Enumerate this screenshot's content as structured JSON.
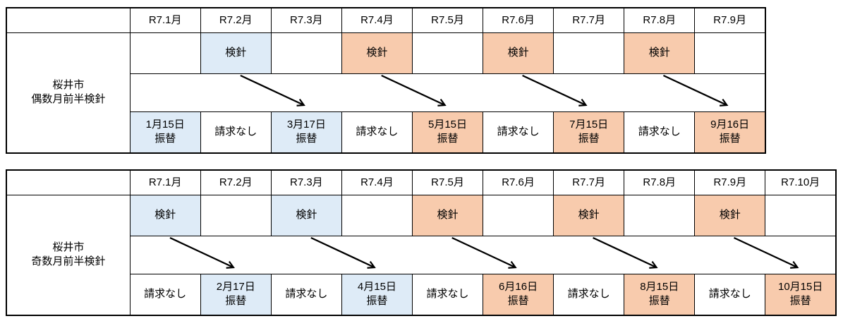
{
  "colors": {
    "blue": "#deebf7",
    "orange": "#f8cbad",
    "border": "#000000",
    "arrow": "#000000",
    "text": "#000000"
  },
  "schedules": [
    {
      "label_lines": [
        "桜井市",
        "偶数月前半検針"
      ],
      "months": [
        "R7.1月",
        "R7.2月",
        "R7.3月",
        "R7.4月",
        "R7.5月",
        "R7.6月",
        "R7.7月",
        "R7.8月",
        "R7.9月"
      ],
      "kenshin_cells": [
        {
          "text": "",
          "color": "white"
        },
        {
          "text": "検針",
          "color": "blue"
        },
        {
          "text": "",
          "color": "white"
        },
        {
          "text": "検針",
          "color": "orange"
        },
        {
          "text": "",
          "color": "white"
        },
        {
          "text": "検針",
          "color": "orange"
        },
        {
          "text": "",
          "color": "white"
        },
        {
          "text": "検針",
          "color": "orange"
        },
        {
          "text": "",
          "color": "white"
        }
      ],
      "billing_cells": [
        {
          "lines": [
            "1月15日",
            "振替"
          ],
          "color": "blue"
        },
        {
          "lines": [
            "請求なし"
          ],
          "color": "white"
        },
        {
          "lines": [
            "3月17日",
            "振替"
          ],
          "color": "blue"
        },
        {
          "lines": [
            "請求なし"
          ],
          "color": "white"
        },
        {
          "lines": [
            "5月15日",
            "振替"
          ],
          "color": "orange"
        },
        {
          "lines": [
            "請求なし"
          ],
          "color": "white"
        },
        {
          "lines": [
            "7月15日",
            "振替"
          ],
          "color": "orange"
        },
        {
          "lines": [
            "請求なし"
          ],
          "color": "white"
        },
        {
          "lines": [
            "9月16日",
            "振替"
          ],
          "color": "orange"
        }
      ],
      "arrows": [
        {
          "from": 1,
          "to": 2
        },
        {
          "from": 3,
          "to": 4
        },
        {
          "from": 5,
          "to": 6
        },
        {
          "from": 7,
          "to": 8
        }
      ]
    },
    {
      "label_lines": [
        "桜井市",
        "奇数月前半検針"
      ],
      "months": [
        "R7.1月",
        "R7.2月",
        "R7.3月",
        "R7.4月",
        "R7.5月",
        "R7.6月",
        "R7.7月",
        "R7.8月",
        "R7.9月",
        "R7.10月"
      ],
      "kenshin_cells": [
        {
          "text": "検針",
          "color": "blue"
        },
        {
          "text": "",
          "color": "white"
        },
        {
          "text": "検針",
          "color": "blue"
        },
        {
          "text": "",
          "color": "white"
        },
        {
          "text": "検針",
          "color": "orange"
        },
        {
          "text": "",
          "color": "white"
        },
        {
          "text": "検針",
          "color": "orange"
        },
        {
          "text": "",
          "color": "white"
        },
        {
          "text": "検針",
          "color": "orange"
        },
        {
          "text": "",
          "color": "white"
        }
      ],
      "billing_cells": [
        {
          "lines": [
            "請求なし"
          ],
          "color": "white"
        },
        {
          "lines": [
            "2月17日",
            "振替"
          ],
          "color": "blue"
        },
        {
          "lines": [
            "請求なし"
          ],
          "color": "white"
        },
        {
          "lines": [
            "4月15日",
            "振替"
          ],
          "color": "blue"
        },
        {
          "lines": [
            "請求なし"
          ],
          "color": "white"
        },
        {
          "lines": [
            "6月16日",
            "振替"
          ],
          "color": "orange"
        },
        {
          "lines": [
            "請求なし"
          ],
          "color": "white"
        },
        {
          "lines": [
            "8月15日",
            "振替"
          ],
          "color": "orange"
        },
        {
          "lines": [
            "請求なし"
          ],
          "color": "white"
        },
        {
          "lines": [
            "10月15日",
            "振替"
          ],
          "color": "orange"
        }
      ],
      "arrows": [
        {
          "from": 0,
          "to": 1
        },
        {
          "from": 2,
          "to": 3
        },
        {
          "from": 4,
          "to": 5
        },
        {
          "from": 6,
          "to": 7
        },
        {
          "from": 8,
          "to": 9
        }
      ]
    }
  ]
}
